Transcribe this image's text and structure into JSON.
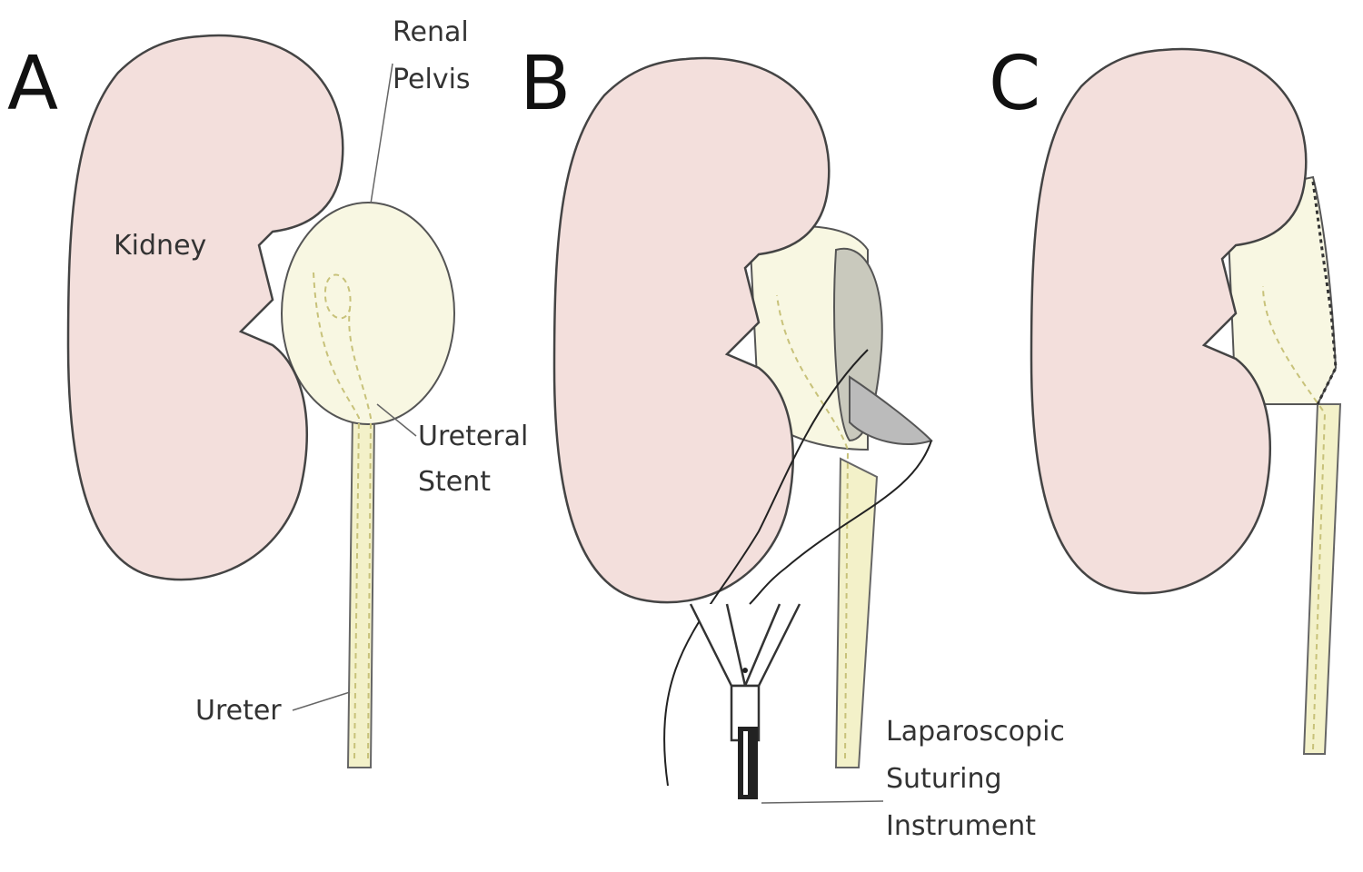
{
  "panels": {
    "a": "A",
    "b": "B",
    "c": "C"
  },
  "labels": {
    "renal_pelvis_1": "Renal",
    "renal_pelvis_2": "Pelvis",
    "kidney": "Kidney",
    "ureteral_stent_1": "Ureteral",
    "ureteral_stent_2": "Stent",
    "ureter": "Ureter",
    "instrument_1": "Laparoscopic",
    "instrument_2": "Suturing",
    "instrument_3": "Instrument"
  },
  "colors": {
    "kidney": "#f3dfdc",
    "pelvis": "#f8f7e2",
    "ureter": "#f3f1c9"
  }
}
